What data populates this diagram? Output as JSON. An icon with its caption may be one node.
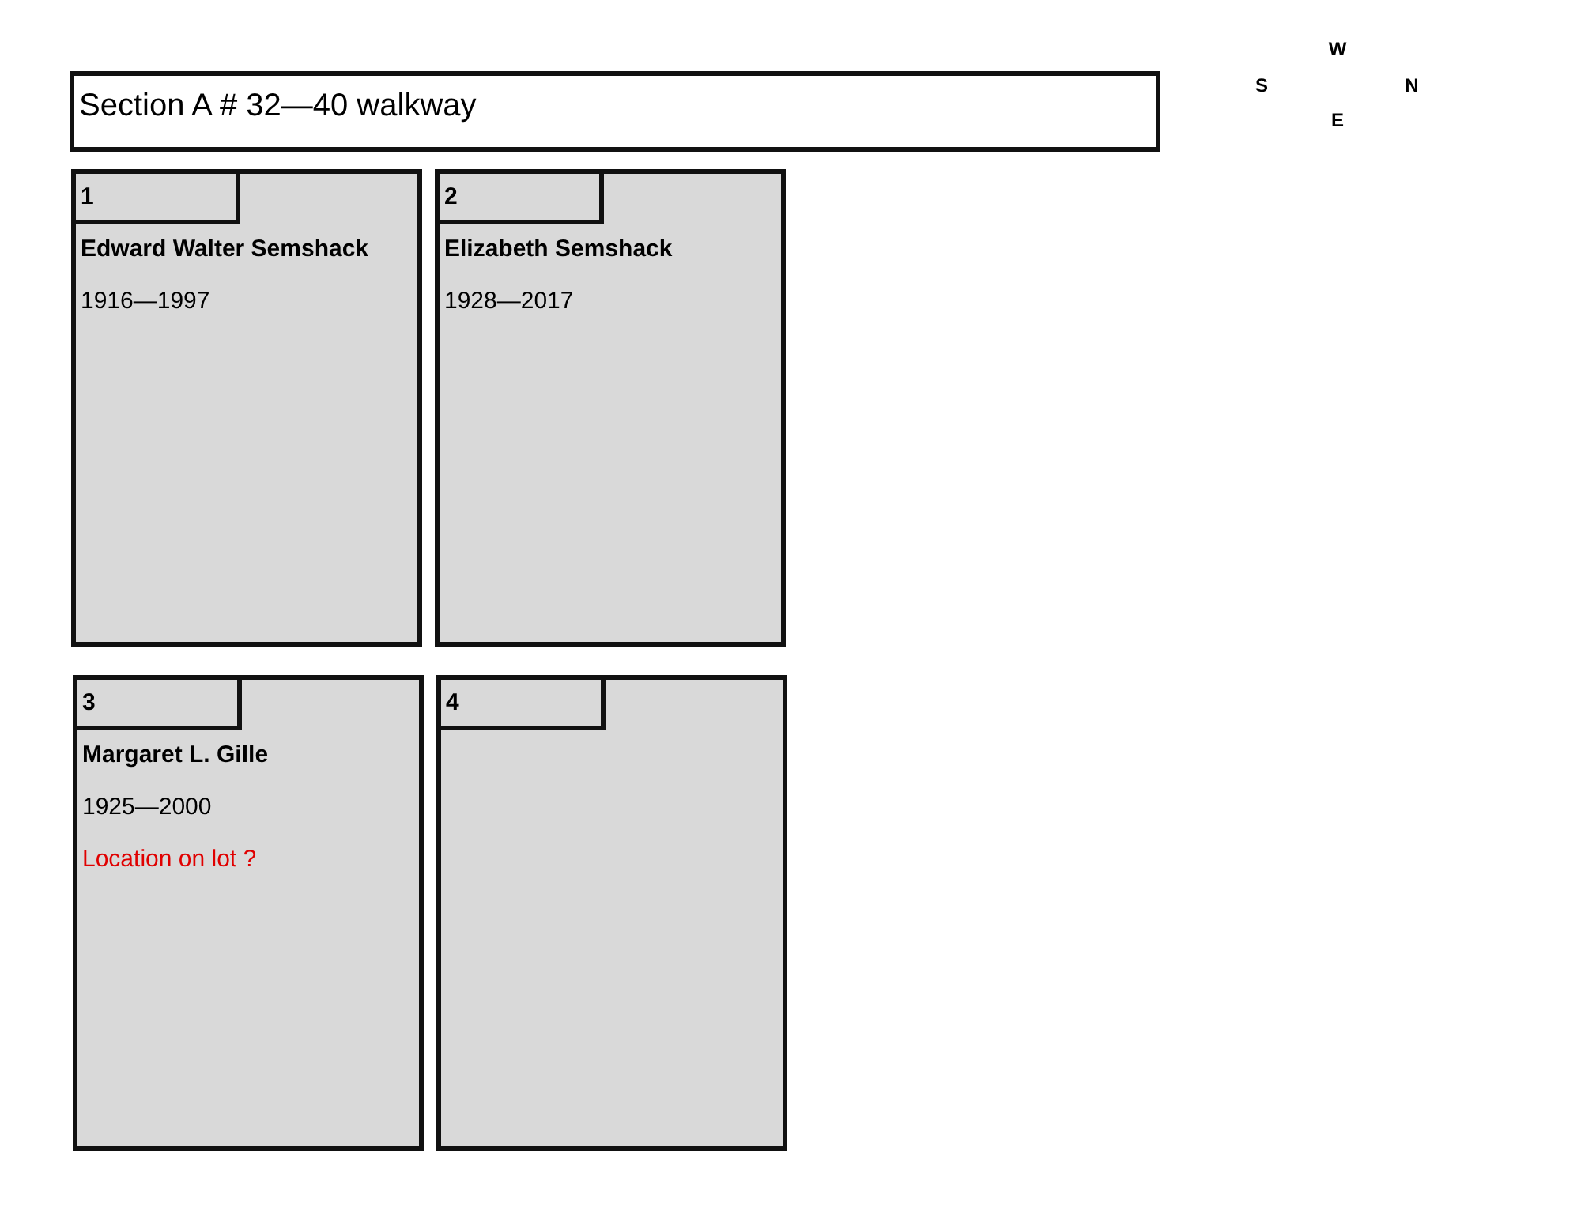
{
  "diagram": {
    "nodes": [
      {
        "text": [
          "Section A # 32—40 walkway"
        ]
      },
      {
        "text": [
          "Edward Walter Semshack",
          "1916—1997"
        ]
      },
      {
        "text": [
          "1"
        ],
        "in": 1
      },
      {
        "text": [
          "Elizabeth Semshack",
          "1928—2017"
        ]
      },
      {
        "text": [
          "2"
        ],
        "in": 3
      },
      {
        "text": [
          "Margaret L. Gille",
          "1925—2000",
          "Location on lot ?"
        ]
      },
      {
        "text": [
          "3"
        ],
        "in": 5
      },
      {
        "text": [],
        "shape": "box"
      },
      {
        "text": [
          "4"
        ],
        "in": 7
      }
    ],
    "labels": [
      "W",
      "S",
      "N",
      "E"
    ]
  }
}
